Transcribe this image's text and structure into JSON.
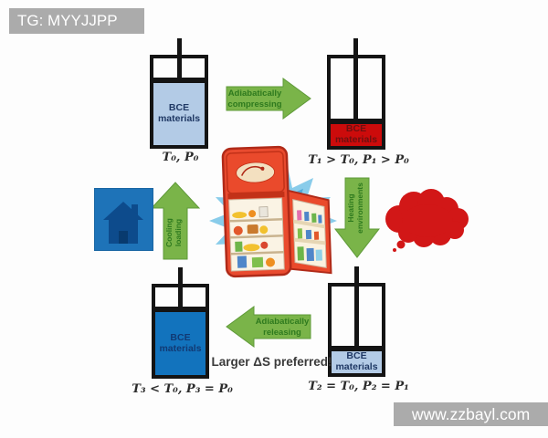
{
  "watermarks": {
    "top_left": "TG: MYYJJPP",
    "bottom_right": "www.zzbayl.com"
  },
  "diagram": {
    "note": "Larger ΔS preferred!",
    "cylinders": {
      "initial": {
        "material": "BCE materials",
        "state": "T₀, P₀"
      },
      "compressed_hot": {
        "material": "BCE materials",
        "state": "T₁ > T₀, P₁ > P₀"
      },
      "compressed_cooled": {
        "material": "BCE materials",
        "state": "T₂ = T₀, P₂ = P₁"
      },
      "expanded_cold": {
        "material": "BCE materials",
        "state": "T₃ < T₀, P₃ = P₀"
      }
    },
    "arrows": {
      "compressing": {
        "line1": "Adiabatically",
        "line2": "compressing"
      },
      "heating": {
        "line1": "Heating",
        "line2": "environments"
      },
      "releasing": {
        "line1": "Adiabatically",
        "line2": "releasing"
      },
      "cooling": {
        "line1": "Cooling",
        "line2": "loading"
      }
    },
    "icons": {
      "house": "house-icon",
      "heat_cloud": "heat-cloud-icon",
      "refrigerator": "refrigerator-illustration",
      "cold_burst": "cold-burst-icon"
    },
    "colors": {
      "arrow_green": "#7ab449",
      "arrow_text_green": "#2e7a1e",
      "mild_blue": "#b3cbe6",
      "hot_red": "#cc0b0b",
      "cold_blue": "#1273bd",
      "house_blue": "#1e73b8",
      "house_dark": "#0d4b8c",
      "cloud_red": "#d21717",
      "watermark_gray": "#a4a4a4"
    }
  }
}
